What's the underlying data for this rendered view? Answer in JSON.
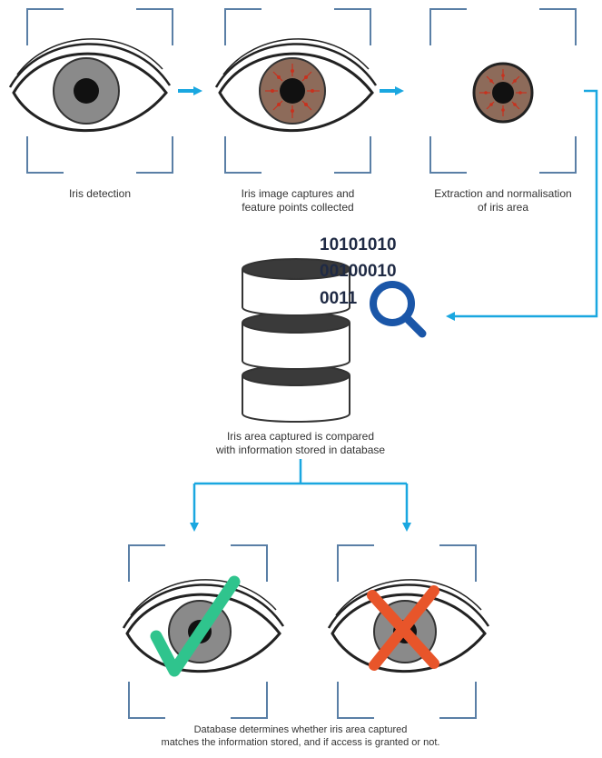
{
  "colors": {
    "frame": "#5a7fa6",
    "arrow": "#1aa7e0",
    "eye_outline": "#222222",
    "iris_gray": "#8a8a8a",
    "iris_brown": "#8d6b5a",
    "pupil": "#111111",
    "feature_red": "#c8311e",
    "binary_text": "#1f2a44",
    "magnifier": "#1a56a8",
    "check_mark": "#2fc48d",
    "cross_mark": "#e8552a",
    "database": "#3a3a3a"
  },
  "steps": [
    {
      "caption": [
        "Iris detection"
      ],
      "icon": "eye-gray-iris-icon"
    },
    {
      "caption": [
        "Iris image captures and",
        "feature points collected"
      ],
      "icon": "eye-feature-points-icon"
    },
    {
      "caption": [
        "Extraction and normalisation",
        "of iris area"
      ],
      "icon": "extracted-iris-icon"
    }
  ],
  "database": {
    "binary_lines": [
      "10101010",
      "00100010",
      "0011"
    ],
    "caption": [
      "Iris area captured is compared",
      "with information stored in database"
    ]
  },
  "outcomes": [
    {
      "result": "match",
      "icon": "checkmark-icon"
    },
    {
      "result": "no-match",
      "icon": "cross-icon"
    }
  ],
  "final_caption": [
    "Database determines whether iris area captured",
    "matches the information stored, and if access is granted or not."
  ]
}
